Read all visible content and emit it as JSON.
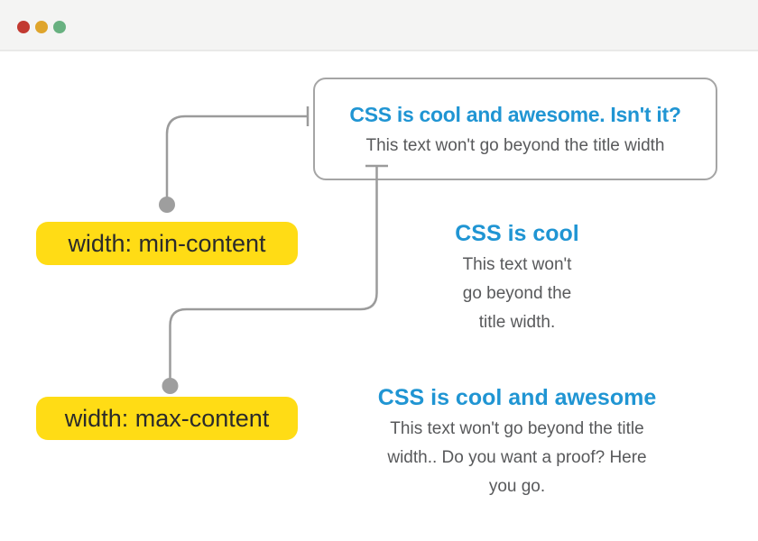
{
  "window": {
    "controls": [
      {
        "name": "close",
        "color": "#c23a31"
      },
      {
        "name": "minimize",
        "color": "#dfa52c"
      },
      {
        "name": "maximize",
        "color": "#68b180"
      }
    ]
  },
  "colors": {
    "accent_blue": "#2095d3",
    "label_yellow": "#ffdc15",
    "connector_gray": "#9b9b9b",
    "anchor_dot_gray": "#9e9e9e",
    "body_text_gray": "#58595b",
    "chip_text": "#2b2b2b",
    "box_border": "#a5a5a5",
    "titlebar_bg": "#f4f4f3"
  },
  "title_box": {
    "title": "CSS is cool and awesome. Isn't it?",
    "subtitle": "This text won't go beyond the title width"
  },
  "chips": {
    "min": "width: min-content",
    "max": "width: max-content"
  },
  "examples": {
    "min": {
      "title": "CSS is cool",
      "lines": [
        "This text won't",
        "go beyond the",
        "title width."
      ]
    },
    "max": {
      "title": "CSS is cool and awesome",
      "lines": [
        "This text won't go beyond the title",
        "width.. Do you want a proof? Here",
        "you go."
      ]
    }
  }
}
